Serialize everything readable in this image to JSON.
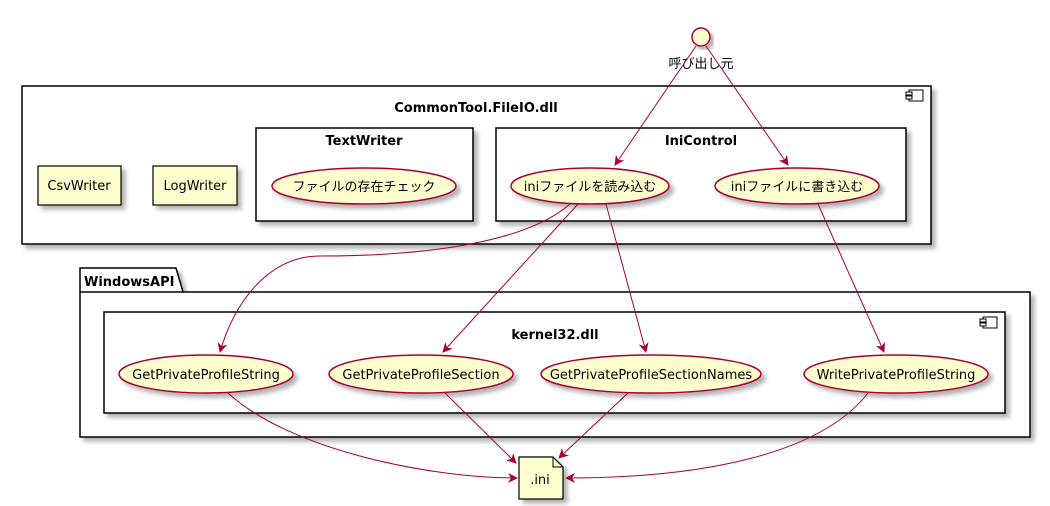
{
  "colors": {
    "usecase_fill": "#FEFECE",
    "usecase_border": "#A80036",
    "arrow": "#A80036",
    "shadow": "#c8c8c8"
  },
  "actor": {
    "label": "呼び出し元"
  },
  "components": {
    "commontool": {
      "title": "CommonTool.FileIO.dll"
    },
    "kernel32": {
      "title": "kernel32.dll"
    }
  },
  "packages": {
    "textwriter": {
      "title": "TextWriter"
    },
    "inicontrol": {
      "title": "IniControl"
    },
    "windowsapi": {
      "title": "WindowsAPI"
    }
  },
  "classes": {
    "csvwriter": "CsvWriter",
    "logwriter": "LogWriter"
  },
  "usecases": {
    "file_exists": "ファイルの存在チェック",
    "ini_read": "iniファイルを読み込む",
    "ini_write": "iniファイルに書き込む",
    "get_string": "GetPrivateProfileString",
    "get_section": "GetPrivateProfileSection",
    "get_section_names": "GetPrivateProfileSectionNames",
    "write_string": "WritePrivateProfileString"
  },
  "artifact": {
    "label": ".ini"
  },
  "icons": {
    "component": "component-icon",
    "actor": "actor-circle-icon",
    "note": "folded-note-icon"
  }
}
